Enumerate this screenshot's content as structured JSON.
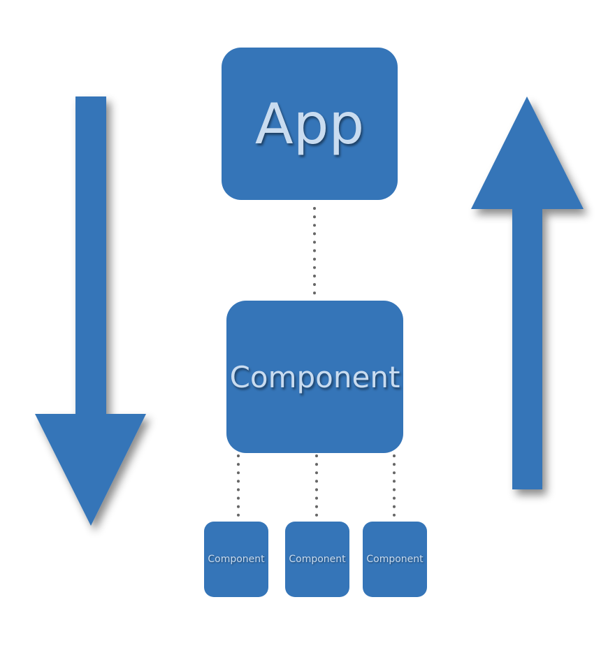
{
  "colors": {
    "box_fill": "#3575b8",
    "arrow_fill": "#3575b8",
    "label_text": "#c9dcf0",
    "connector": "#666666"
  },
  "diagram": {
    "root": {
      "label": "App"
    },
    "middle": {
      "label": "Component"
    },
    "children": [
      {
        "label": "Component"
      },
      {
        "label": "Component"
      },
      {
        "label": "Component"
      }
    ],
    "arrows": [
      {
        "direction": "down",
        "semantic": "down-arrow"
      },
      {
        "direction": "up",
        "semantic": "up-arrow"
      }
    ]
  }
}
